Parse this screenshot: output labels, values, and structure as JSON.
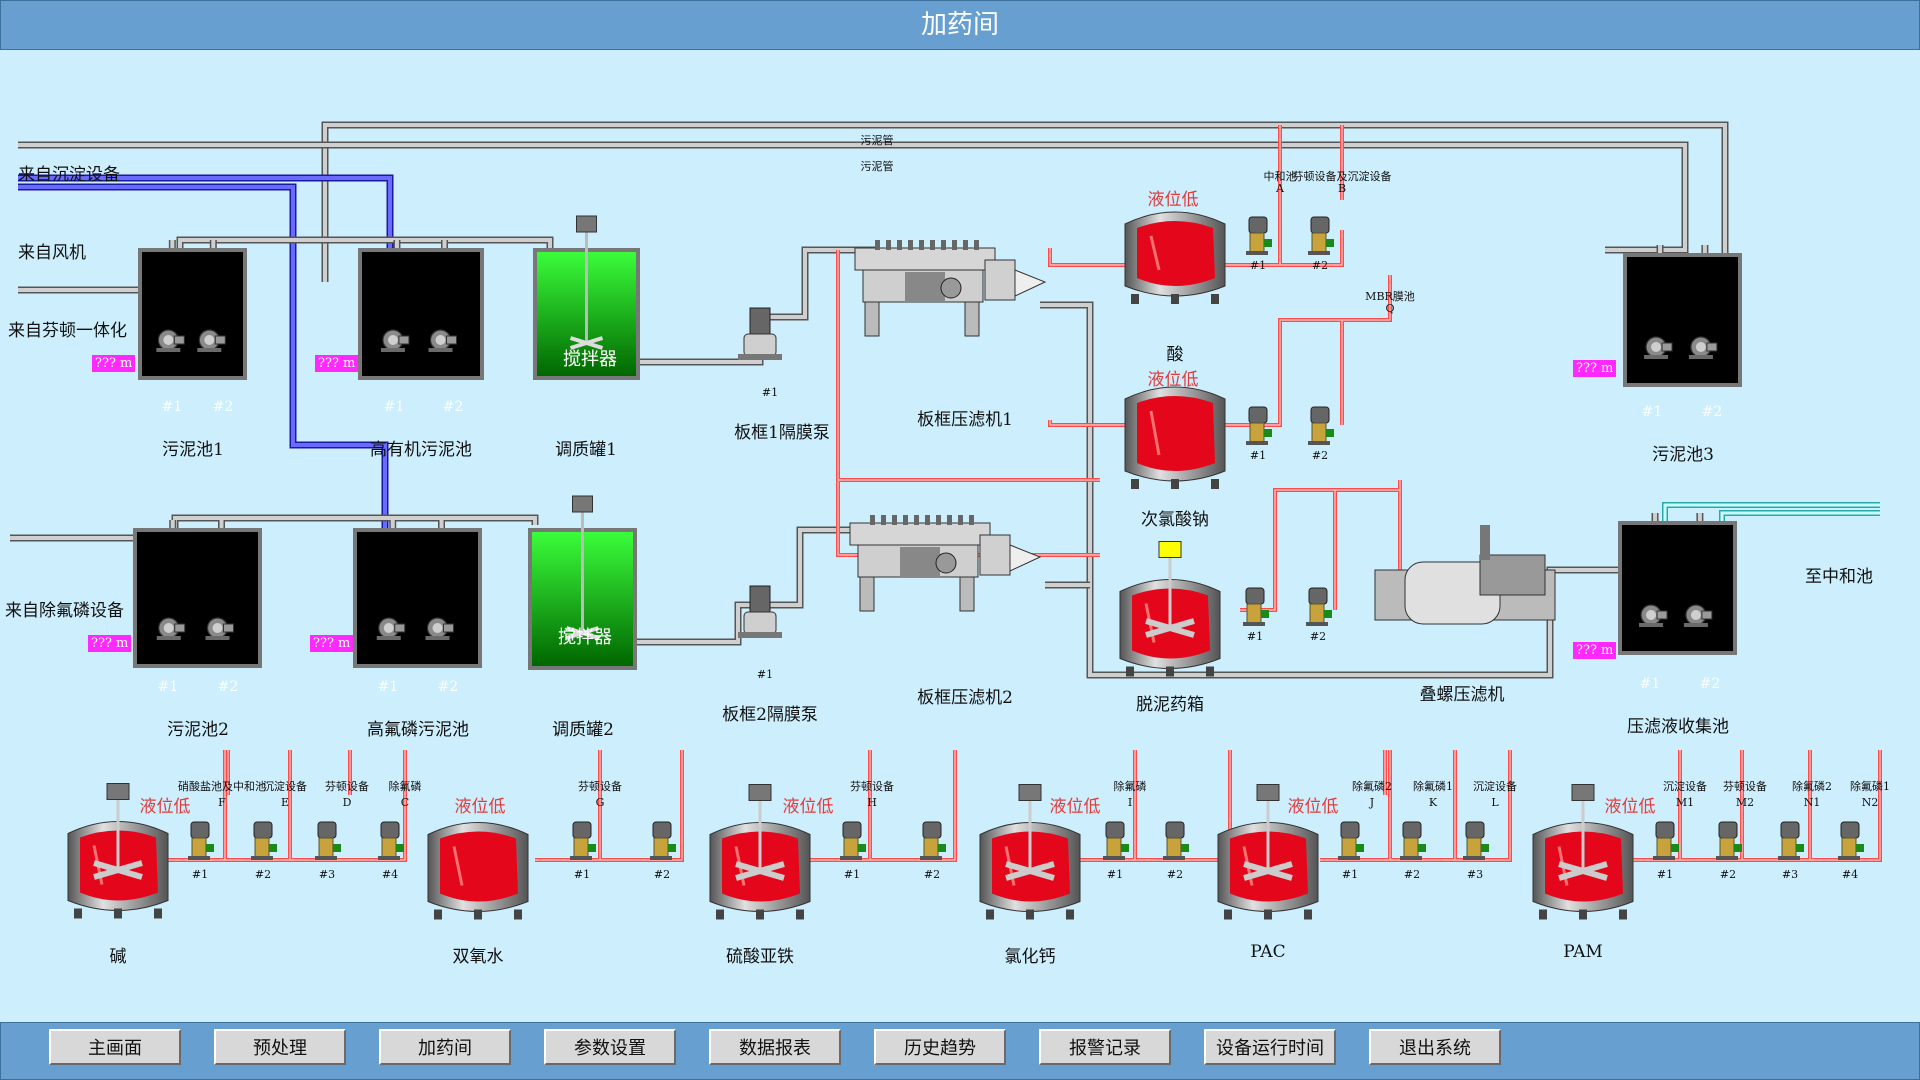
{
  "title": "加药间",
  "inlets": {
    "sediment": "来自沉淀设备",
    "blower": "来自风机",
    "fenton": "来自芬顿一体化",
    "defluor": "来自除氟磷设备",
    "outlet": "至中和池"
  },
  "pipe_labels": [
    "污泥管",
    "污泥管"
  ],
  "sludge_tanks": [
    {
      "name": "污泥池1",
      "level": "??? m",
      "pumps": [
        "#1",
        "#2"
      ]
    },
    {
      "name": "高有机污泥池",
      "level": "??? m",
      "pumps": [
        "#1",
        "#2"
      ]
    },
    {
      "name": "污泥池2",
      "level": "??? m",
      "pumps": [
        "#1",
        "#2"
      ]
    },
    {
      "name": "高氟磷污泥池",
      "level": "??? m",
      "pumps": [
        "#1",
        "#2"
      ]
    },
    {
      "name": "污泥池3",
      "level": "??? m",
      "pumps": [
        "#1",
        "#2"
      ]
    },
    {
      "name": "压滤液收集池",
      "level": "??? m",
      "pumps": [
        "#1",
        "#2"
      ]
    }
  ],
  "mix_tanks": [
    {
      "name": "调质罐1",
      "mixer": "搅拌器"
    },
    {
      "name": "调质罐2",
      "mixer": "搅拌器"
    }
  ],
  "diaphragm_pumps": [
    {
      "name": "板框1隔膜泵",
      "pump": "#1"
    },
    {
      "name": "板框2隔膜泵",
      "pump": "#1"
    }
  ],
  "filter_presses": [
    "板框压滤机1",
    "板框压滤机2"
  ],
  "screw_press": "叠螺压滤机",
  "upper_dosing": [
    {
      "name": "酸",
      "warn": "液位低",
      "pumps": [
        "#1",
        "#2"
      ],
      "targets": [
        {
          "dest": "中和池",
          "code": "A"
        },
        {
          "dest": "芬顿设备及沉淀设备",
          "code": "B"
        }
      ]
    },
    {
      "name": "次氯酸钠",
      "warn": "液位低",
      "pumps": [
        "#1",
        "#2"
      ],
      "targets": [
        {
          "dest": "MBR膜池",
          "code": "Q"
        }
      ]
    },
    {
      "name": "脱泥药箱",
      "warn": "",
      "pumps": [
        "#1",
        "#2"
      ],
      "targets": []
    }
  ],
  "lower_dosing": [
    {
      "name": "碱",
      "warn": "液位低",
      "pumps": [
        "#1",
        "#2",
        "#3",
        "#4"
      ],
      "targets": [
        {
          "dest": "硝酸盐池及中和池",
          "code": "F"
        },
        {
          "dest": "沉淀设备",
          "code": "E"
        },
        {
          "dest": "芬顿设备",
          "code": "D"
        },
        {
          "dest": "除氟磷",
          "code": "C"
        }
      ]
    },
    {
      "name": "双氧水",
      "warn": "液位低",
      "pumps": [
        "#1",
        "#2"
      ],
      "targets": [
        {
          "dest": "芬顿设备",
          "code": "G"
        }
      ]
    },
    {
      "name": "硫酸亚铁",
      "warn": "液位低",
      "pumps": [
        "#1",
        "#2"
      ],
      "targets": [
        {
          "dest": "芬顿设备",
          "code": "H"
        }
      ]
    },
    {
      "name": "氯化钙",
      "warn": "液位低",
      "pumps": [
        "#1",
        "#2"
      ],
      "targets": [
        {
          "dest": "除氟磷",
          "code": "I"
        }
      ]
    },
    {
      "name": "PAC",
      "warn": "液位低",
      "pumps": [
        "#1",
        "#2",
        "#3"
      ],
      "targets": [
        {
          "dest": "除氟磷2",
          "code": "J"
        },
        {
          "dest": "除氟磷1",
          "code": "K"
        },
        {
          "dest": "沉淀设备",
          "code": "L"
        }
      ]
    },
    {
      "name": "PAM",
      "warn": "液位低",
      "pumps": [
        "#1",
        "#2",
        "#3",
        "#4"
      ],
      "targets": [
        {
          "dest": "沉淀设备",
          "code": "M1"
        },
        {
          "dest": "芬顿设备",
          "code": "M2"
        },
        {
          "dest": "除氟磷2",
          "code": "N1"
        },
        {
          "dest": "除氟磷1",
          "code": "N2"
        }
      ]
    }
  ],
  "nav": [
    "主画面",
    "预处理",
    "加药间",
    "参数设置",
    "数据报表",
    "历史趋势",
    "报警记录",
    "设备运行时间",
    "退出系统"
  ],
  "colors": {
    "title_bar": "#679fd0",
    "background": "#cdeefd",
    "dosing_line": "#ff4a4a",
    "air_line": "#3232ff",
    "sludge_pipe": "#9a9a9a",
    "level_badge": "#ff28ff",
    "warning_text": "#e23b3b"
  }
}
